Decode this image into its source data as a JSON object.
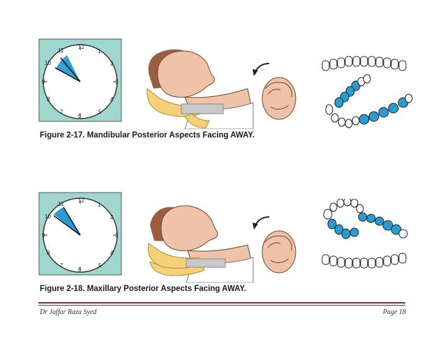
{
  "figures": [
    {
      "caption": "Figure 2-17. Mandibular Posterior Aspects Facing AWAY.",
      "clock_numbers": [
        "12",
        "1",
        "2",
        "3",
        "4",
        "5",
        "6",
        "7",
        "8",
        "9",
        "10",
        "11"
      ],
      "highlight_arch": "lower"
    },
    {
      "caption": "Figure 2-18. Maxillary Posterior Aspects Facing AWAY.",
      "clock_numbers": [
        "12",
        "1",
        "2",
        "3",
        "4",
        "5",
        "6",
        "7",
        "8",
        "9",
        "10",
        "11"
      ],
      "highlight_arch": "upper"
    }
  ],
  "footer": {
    "author": "Dr Jaffar Raza Syed",
    "page": "Page 18"
  },
  "colors": {
    "clock_bg": "#9fd7cf",
    "highlight": "#2a9bd1",
    "skin": "#f0c3a8",
    "hair": "#9b5d3e",
    "cushion": "#f5d27a",
    "footer_rule": "#8b2f2f"
  }
}
